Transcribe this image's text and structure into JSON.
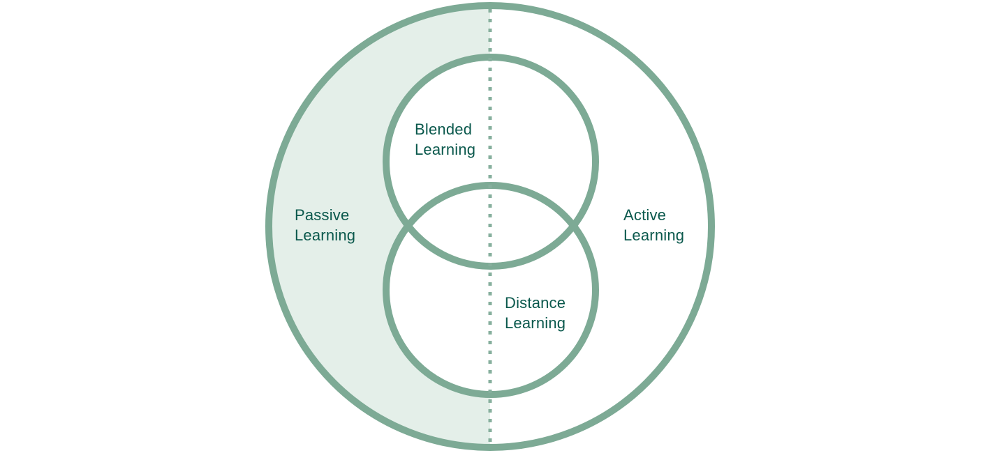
{
  "colors": {
    "circle_stroke": "#7DAA95",
    "dotted_line": "#86AF9D",
    "shaded_fill": "#E4EFE9",
    "inner_circle_fill": "#FFFFFF",
    "label_text": "#0A584C",
    "background": "#FFFFFF"
  },
  "labels": {
    "blended": {
      "line1": "Blended",
      "line2": "Learning"
    },
    "distance": {
      "line1": "Distance",
      "line2": "Learning"
    },
    "passive": {
      "line1": "Passive",
      "line2": "Learning"
    },
    "active": {
      "line1": "Active",
      "line2": "Learning"
    }
  }
}
